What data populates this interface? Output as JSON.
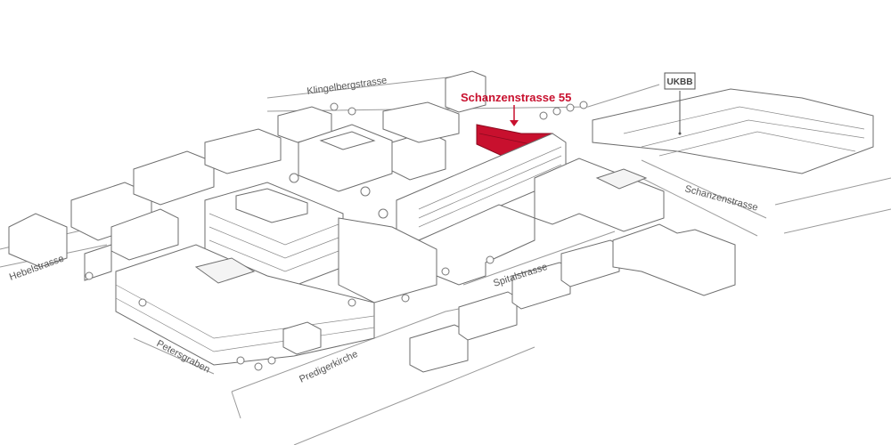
{
  "highlight": {
    "label": "Schanzenstrasse 55",
    "color": "#c8102e"
  },
  "landmark": {
    "label": "UKBB"
  },
  "streets": {
    "klingelberg": "Klingelbergstrasse",
    "schanzen": "Schanzenstrasse",
    "hebel": "Hebelstrasse",
    "spital": "Spitalstrasse",
    "petersgraben": "Petersgraben",
    "prediger": "Predigerkirche"
  }
}
